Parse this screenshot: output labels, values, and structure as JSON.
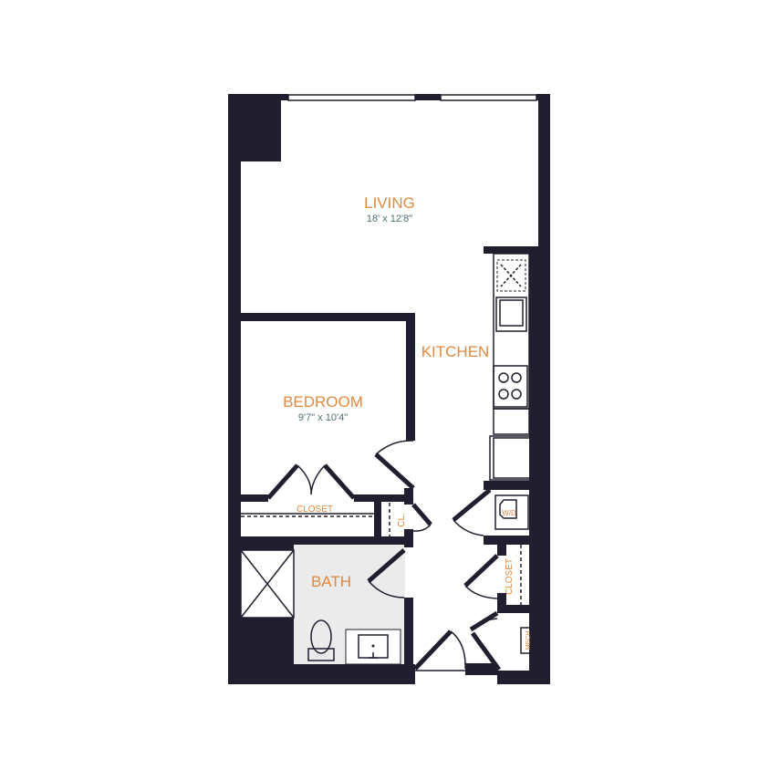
{
  "colors": {
    "wall": "#211f2f",
    "room_label": "#e08a3f",
    "dimension": "#4f6e73",
    "bath_floor": "#ebebeb"
  },
  "rooms": {
    "living": {
      "label": "LIVING",
      "dimensions": "18' x 12'8\""
    },
    "kitchen": {
      "label": "KITCHEN"
    },
    "bedroom": {
      "label": "BEDROOM",
      "dimensions": "9'7\" x 10'4\""
    },
    "closet": {
      "label": "CLOSET"
    },
    "linen_closet": {
      "label": "CL."
    },
    "bath": {
      "label": "BATH"
    },
    "laundry": {
      "label": "W/D"
    },
    "hall_closet": {
      "label": "CLOSET"
    },
    "mech": {
      "label": "MECH"
    }
  }
}
